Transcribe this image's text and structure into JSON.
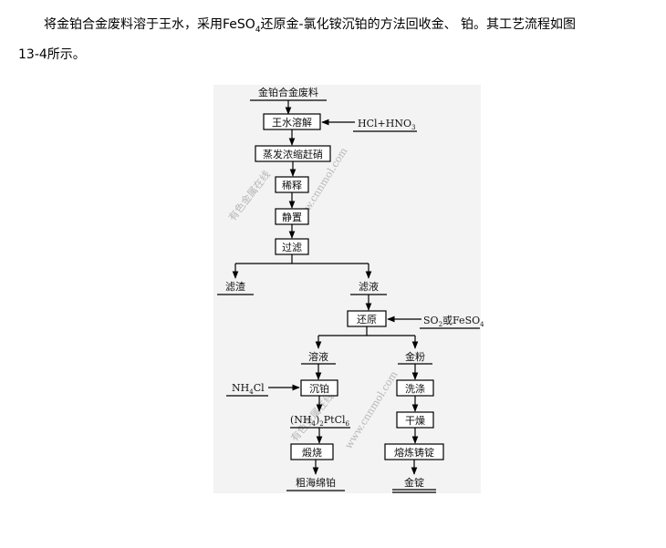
{
  "intro": {
    "line1_before": "将金铂合金废料溶于王水，采用FeSO",
    "line1_sub": "4",
    "line1_after": "还原金-氯化铵沉铂的方法回收金、 铂。其工艺流程如图",
    "line2": "13-4所示。"
  },
  "flow": {
    "start": "金铂合金废料",
    "aqua_regia": "王水溶解",
    "reagent1": "HCl+HNO",
    "reagent1_sub": "3",
    "evaporate": "蒸发浓缩赶硝",
    "dilute": "稀释",
    "settle": "静置",
    "filter": "过滤",
    "residue": "滤渣",
    "filtrate": "滤液",
    "reduce": "还原",
    "reagent2_a": "SO",
    "reagent2_sub1": "2",
    "reagent2_b": "或FeSO",
    "reagent2_sub2": "4",
    "solution": "溶液",
    "gold_powder": "金粉",
    "nh4cl_a": "NH",
    "nh4cl_sub": "4",
    "nh4cl_b": "Cl",
    "precipitate_pt": "沉铂",
    "wash": "洗涤",
    "salt_a": "(NH",
    "salt_sub1": "4",
    "salt_b": ")",
    "salt_sub2": "2",
    "salt_c": "PtCl",
    "salt_sub3": "6",
    "dry": "干燥",
    "calcine": "煅烧",
    "smelt": "熔炼铸锭",
    "crude_pt": "粗海绵铂",
    "gold_ingot": "金锭"
  },
  "watermarks": {
    "wm1": "有色金属在线",
    "wm2": "www.cnnmol.com",
    "wm3": "有色金属在线",
    "wm4": "www.cnnmol.com"
  }
}
